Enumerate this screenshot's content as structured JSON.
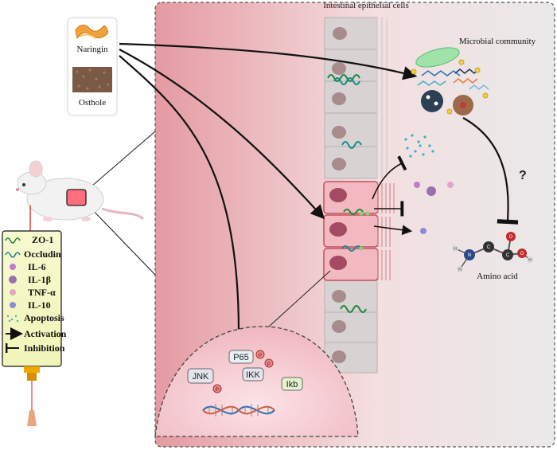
{
  "panel_title": "Intestinal epithelial cells",
  "compounds": [
    "Naringin",
    "Osthole"
  ],
  "microbial_label": "Microbial community",
  "amino_label": "Amino acid",
  "question_mark": "?",
  "molecule_atoms": [
    "N",
    "C",
    "C",
    "O",
    "O",
    "H",
    "H",
    "H"
  ],
  "legend": [
    {
      "label": "ZO-1",
      "icon": "zo1-strand"
    },
    {
      "label": "Occludin",
      "icon": "occludin-strand"
    },
    {
      "label": "IL-6",
      "icon": "il6-particle"
    },
    {
      "label": "IL-1β",
      "icon": "il1b-particle"
    },
    {
      "label": "TNF-α",
      "icon": "tnfa-particle"
    },
    {
      "label": "IL-10",
      "icon": "il10-particle"
    },
    {
      "label": "Apoptosis",
      "icon": "apoptosis-dots"
    },
    {
      "label": "Activation",
      "icon": "arrow"
    },
    {
      "label": "Inhibition",
      "icon": "t-bar"
    }
  ],
  "nucleus": {
    "proteins": [
      "P65",
      "JNK",
      "IKK",
      "Ikb"
    ],
    "phospho": "P"
  },
  "colors": {
    "cell_pink": "#f2b9c0",
    "panel_gradient_left": "#e8a0a6",
    "legend_bg": "#f3f7c0",
    "nucleus_bg": "#f6c9d0",
    "zo1_green": "#1f8a3a",
    "occludin_teal": "#1a8c8c"
  }
}
